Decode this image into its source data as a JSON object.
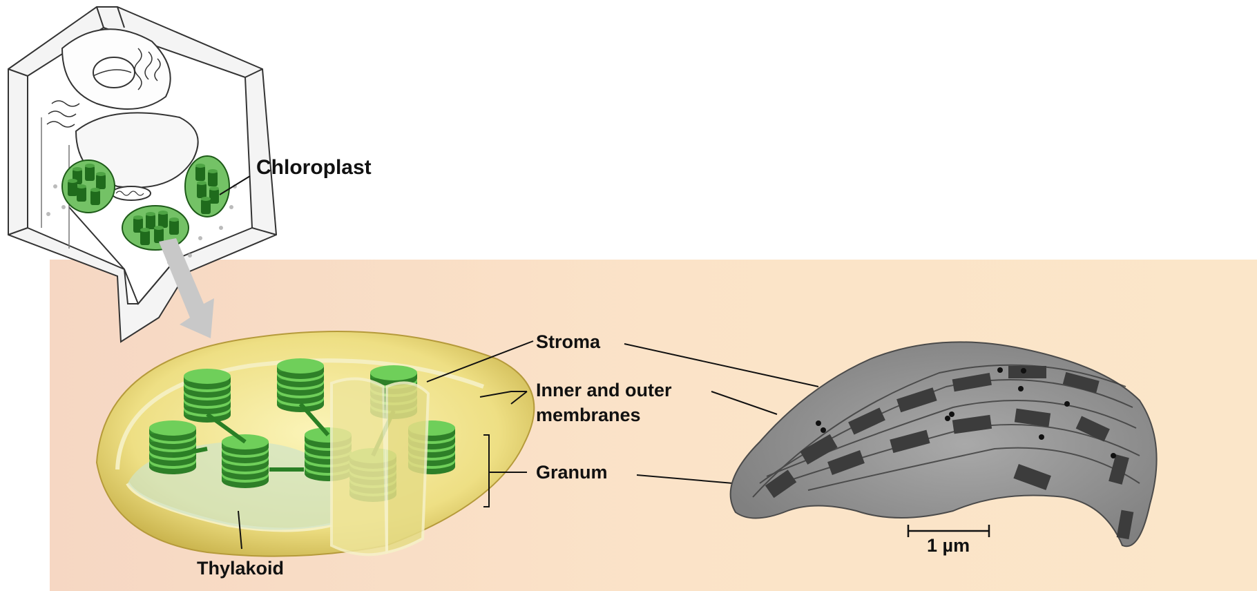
{
  "labels": {
    "chloroplast": "Chloroplast",
    "stroma": "Stroma",
    "membranes_line1": "Inner and outer",
    "membranes_line2": "membranes",
    "granum": "Granum",
    "thylakoid": "Thylakoid",
    "scale": "1 µm"
  },
  "colors": {
    "panel_bg": "#f9dfc7",
    "chloroplast_green": "#3f9a3a",
    "membrane_yellow": "#f2e79a",
    "micrograph_gray": "#8c8c8c"
  }
}
